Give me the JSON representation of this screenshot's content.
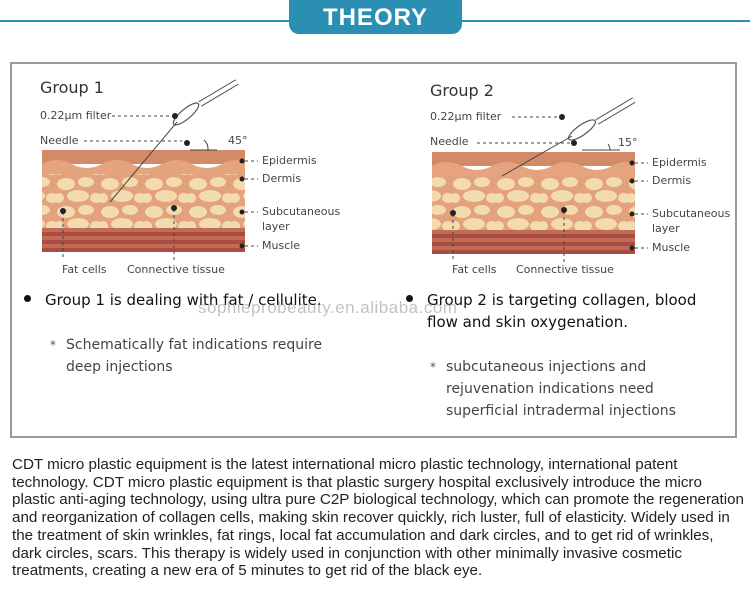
{
  "header": {
    "title": "THEORY",
    "accent_color": "#2b8fb3"
  },
  "groups": [
    {
      "title": "Group 1",
      "filter_label": "0.22μm filter",
      "needle_label": "Needle",
      "angle": "45°",
      "layers": [
        "Epidermis",
        "Dermis",
        "Subcutaneous",
        "layer",
        "Muscle"
      ],
      "bottom_labels": [
        "Fat cells",
        "Connective tissue"
      ],
      "bullet": "Group 1 is dealing with fat / cellulite.",
      "note_lines": [
        "Schematically fat indications require",
        "deep injections"
      ]
    },
    {
      "title": "Group 2",
      "filter_label": "0.22μm filter",
      "needle_label": "Needle",
      "angle": "15°",
      "layers": [
        "Epidermis",
        "Dermis",
        "Subcutaneous",
        "layer",
        "Muscle"
      ],
      "bottom_labels": [
        "Fat cells",
        "Connective tissue"
      ],
      "bullet_lines": [
        "Group 2 is targeting collagen, blood",
        "flow and skin oxygenation."
      ],
      "note_lines": [
        "subcutaneous injections and",
        "rejuvenation indications need",
        "superficial intradermal injections"
      ]
    }
  ],
  "watermark": "sophieprobeauty.en.alibaba.com",
  "colors": {
    "skin_top": "#d98f6a",
    "fat": "#f2d6a8",
    "tissue": "#e0a07a",
    "muscle": "#b8564a"
  },
  "description": "CDT micro plastic equipment is the latest international micro plastic technology, international patent technology. CDT micro  plastic equipment is that plastic surgery hospital exclusively introduce the micro plastic anti-aging technology, using ultra pure C2P biological technology, which can promote the regeneration and reorganization of collagen cells, making skin recover quickly, rich luster, full of elasticity. Widely used in the treatment of skin wrinkles, fat rings, local fat accumulation and dark circles, and to get rid of wrinkles, dark circles, scars. This therapy is widely used in conjunction with other minimally invasive cosmetic treatments, creating a new era of 5 minutes to get rid of the black eye."
}
